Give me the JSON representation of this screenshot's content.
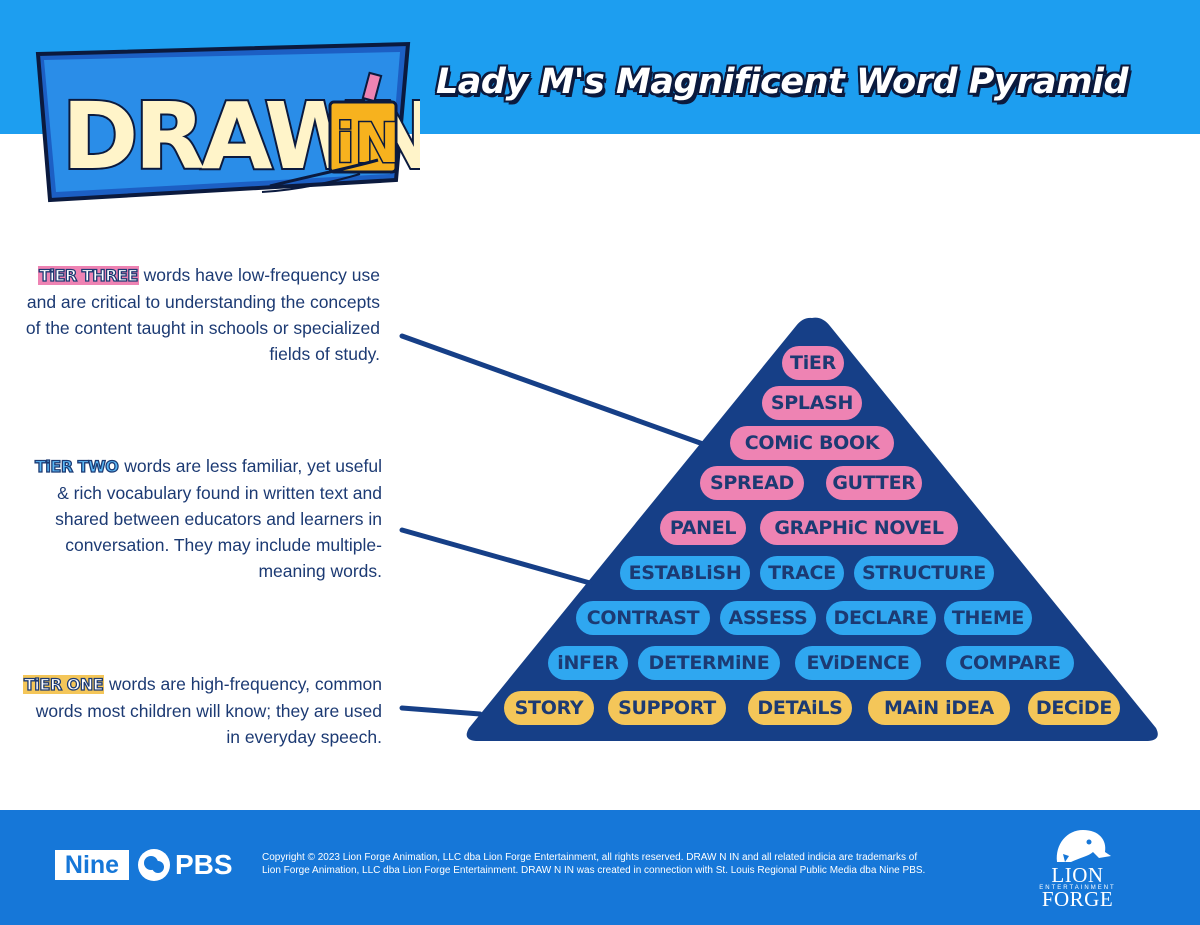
{
  "header": {
    "logo_word": "DRAWN",
    "logo_suffix": "iN",
    "title": "Lady M's Magnificent Word Pyramid"
  },
  "tiers": {
    "three": {
      "tag": "TiER THREE",
      "rest": " words have low-frequency use and are critical to understanding the concepts of the content taught in schools or specialized fields of study."
    },
    "two": {
      "tag": "TiER TWO",
      "rest": " words are less familiar, yet useful & rich vocabulary found in written text and shared between educators and learners in conversation. They may include multiple-meaning words."
    },
    "one": {
      "tag": "TiER ONE",
      "rest": " words are high-frequency, common words most children will know; they are used in everyday speech."
    }
  },
  "pyramid": {
    "row1": [
      "TiER"
    ],
    "row2": [
      "SPLASH"
    ],
    "row3": [
      "COMiC BOOK"
    ],
    "row4": [
      "SPREAD",
      "GUTTER"
    ],
    "row5": [
      "PANEL",
      "GRAPHiC NOVEL"
    ],
    "row6": [
      "ESTABLiSH",
      "TRACE",
      "STRUCTURE"
    ],
    "row7": [
      "CONTRAST",
      "ASSESS",
      "DECLARE",
      "THEME"
    ],
    "row8": [
      "iNFER",
      "DETERMiNE",
      "EViDENCE",
      "COMPARE"
    ],
    "row9": [
      "STORY",
      "SUPPORT",
      "DETAiLS",
      "MAiN iDEA",
      "DECiDE"
    ]
  },
  "footer": {
    "nine": "Nine",
    "pbs": "PBS",
    "copyright_line1": "Copyright © 2023 Lion Forge Animation, LLC dba Lion Forge Entertainment, all rights reserved. DRAW N IN and all related indicia are trademarks of",
    "copyright_line2": "Lion Forge Animation, LLC dba Lion Forge Entertainment. DRAW N IN was created in connection with St. Louis Regional Public Media dba Nine PBS.",
    "lion_forge": "LION FORGE",
    "lion_forge_sub": "ENTERTAINMENT"
  },
  "colors": {
    "header_blue": "#1d9ef0",
    "footer_blue": "#1677d8",
    "navy": "#1c3a73",
    "pyramid": "#163f87",
    "pink": "#ee83b3",
    "sky": "#2fa7f0",
    "yellow": "#f4c659"
  }
}
